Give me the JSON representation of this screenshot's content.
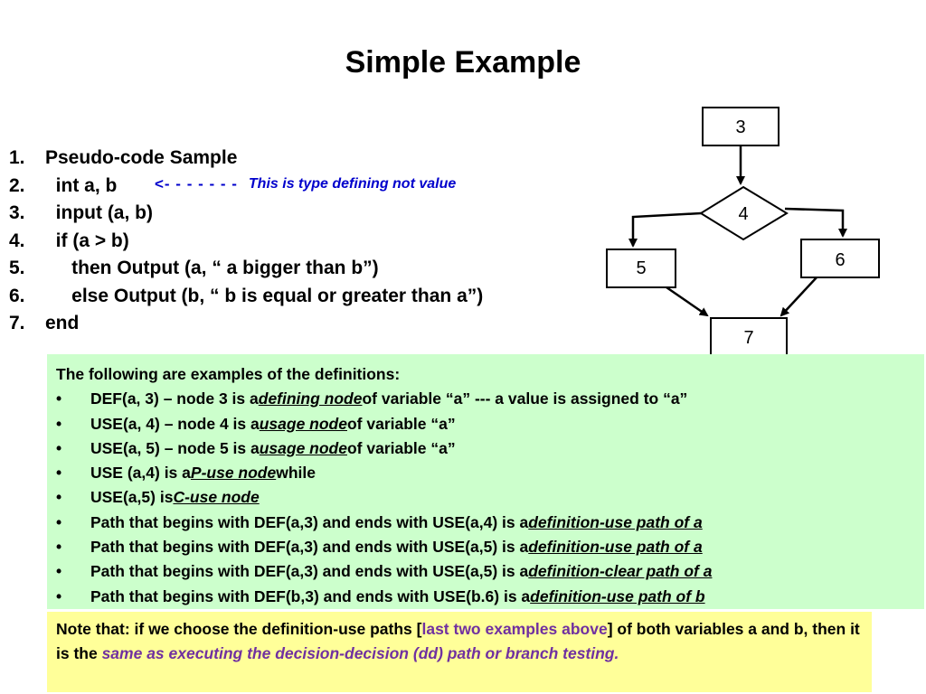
{
  "title": "Simple Example",
  "code": {
    "lines": [
      {
        "num": "1.",
        "text": "Pseudo-code Sample"
      },
      {
        "num": "2.",
        "text": "  int a, b"
      },
      {
        "num": "3.",
        "text": "  input (a, b)"
      },
      {
        "num": "4.",
        "text": "  if (a > b)"
      },
      {
        "num": "5.",
        "text": "     then Output (a, “ a bigger than b”)"
      },
      {
        "num": "6.",
        "text": "     else Output (b, “ b is equal or greater than a”)"
      },
      {
        "num": "7.",
        "text": "end"
      }
    ],
    "annotation_arrow": "<- - - - - - -",
    "annotation": "This is type defining not value"
  },
  "graph": {
    "nodes": {
      "n3": "3",
      "n4": "4",
      "n5": "5",
      "n6": "6",
      "n7": "7"
    }
  },
  "definitions": {
    "intro": "The following are examples of the definitions:",
    "bullet_char": "•",
    "items": [
      {
        "pre": "DEF(a, 3) – node 3 is a ",
        "term": "defining node",
        "post": " of variable “a” ---  a value is assigned to “a”"
      },
      {
        "pre": "USE(a, 4) – node 4 is a ",
        "term": "usage node",
        "post": " of variable “a”"
      },
      {
        "pre": "USE(a, 5) – node 5 is a ",
        "term": "usage node",
        "post": " of variable “a”"
      },
      {
        "pre": "USE (a,4) is a ",
        "term": "P-use node",
        "post": " while"
      },
      {
        "pre": "USE(a,5) is ",
        "term": "C-use node",
        "post": ""
      },
      {
        "pre": "Path that begins with DEF(a,3) and ends with USE(a,4) is a ",
        "term": "definition-use path of a",
        "post": ""
      },
      {
        "pre": "Path that begins with DEF(a,3) and ends with USE(a,5) is a ",
        "term": "definition-use path of a",
        "post": ""
      },
      {
        "pre": "Path that begins with DEF(a,3) and ends with USE(a,5) is a ",
        "term": "definition-clear path of a",
        "post": ""
      },
      {
        "pre": "Path that begins with DEF(b,3) and ends with USE(b.6) is a ",
        "term": "definition-use path of b",
        "post": ""
      }
    ]
  },
  "note": {
    "part1": "Note that:  if we choose the definition-use paths [",
    "highlight": "last two examples above",
    "part2": "] of both variables a and b, then it is the ",
    "emphasis": "same as executing the decision-decision (dd) path or branch testing."
  },
  "colors": {
    "definitions_bg": "#ccffcc",
    "note_bg": "#ffff99",
    "annotation": "#0000cc",
    "note_accent": "#7030a0"
  }
}
